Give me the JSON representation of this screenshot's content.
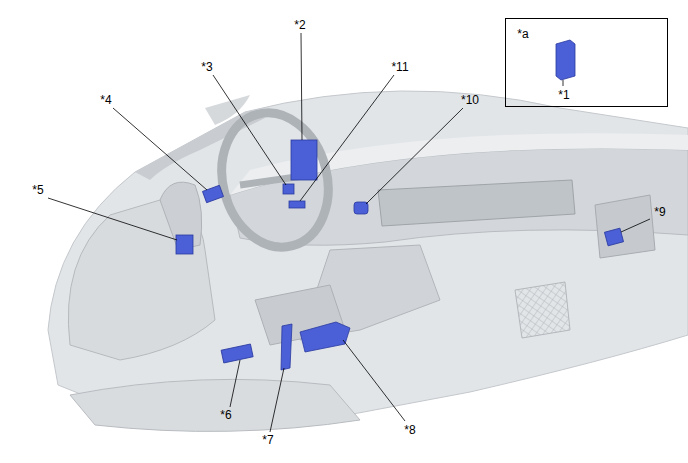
{
  "diagram": {
    "nodes": [
      {
        "text": [
          "*a",
          "*1"
        ]
      }
    ],
    "labels": [
      "*2",
      "*3",
      "*11",
      "*4",
      "*10",
      "*5",
      "*9",
      "*6",
      "*8",
      "*7"
    ]
  }
}
